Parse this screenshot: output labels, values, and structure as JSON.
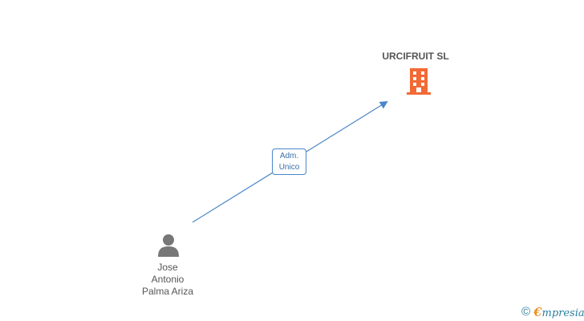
{
  "company": {
    "name": "URCIFRUIT SL",
    "icon": "building-icon",
    "color": "#f26a35"
  },
  "relation": {
    "role_line1": "Adm.",
    "role_line2": "Unico",
    "color": "#4a86c8"
  },
  "person": {
    "name_line1": "Jose",
    "name_line2": "Antonio",
    "name_line3": "Palma Ariza",
    "icon": "person-icon",
    "color": "#777777"
  },
  "branding": {
    "copyright_symbol": "©",
    "initial": "€",
    "rest": "mpresia"
  }
}
